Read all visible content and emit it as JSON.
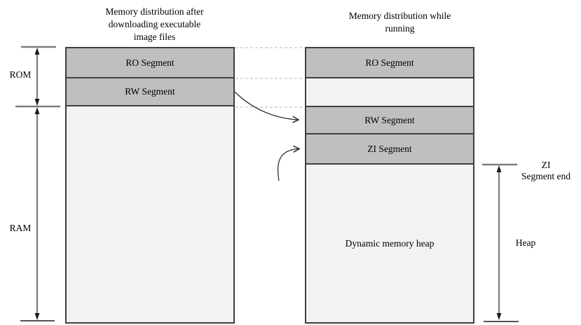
{
  "titles": {
    "left": [
      "Memory distribution after",
      "downloading executable",
      "image files"
    ],
    "right": [
      "Memory distribution while",
      "running"
    ]
  },
  "left_box": {
    "segments": [
      {
        "label": "RO Segment"
      },
      {
        "label": "RW Segment"
      }
    ]
  },
  "right_box": {
    "segments": [
      {
        "label": "RO Segment"
      },
      {
        "label": ""
      },
      {
        "label": "RW Segment"
      },
      {
        "label": "ZI Segment"
      },
      {
        "label": "Dynamic memory heap"
      }
    ]
  },
  "brackets": {
    "rom_label": "ROM",
    "ram_label": "RAM",
    "zi_end_label": [
      "ZI",
      "Segment end"
    ],
    "heap_label": "Heap"
  },
  "colors": {
    "segment_fill": "#bfbfbf",
    "light_fill": "#f2f2f2",
    "box_border": "#3f3f3f",
    "dashed_line": "#c8c8c8",
    "tick_gray": "#7d7d7d",
    "tick_black": "#1a1a1a",
    "arrow": "#303030",
    "text": "#000000",
    "background": "#ffffff"
  }
}
